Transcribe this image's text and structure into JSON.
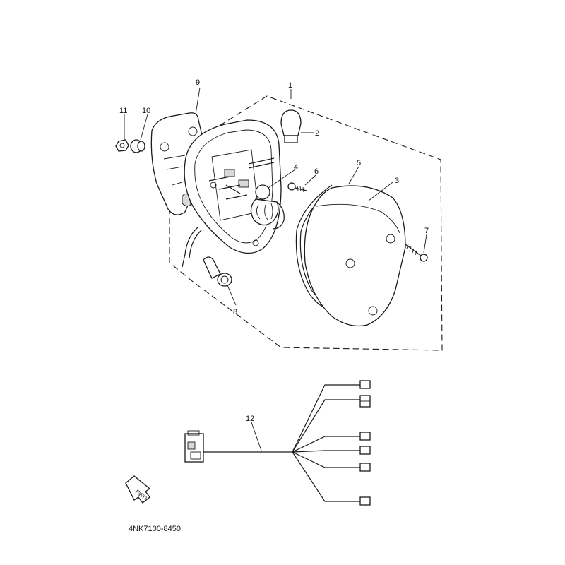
{
  "callouts": {
    "c1": "1",
    "c2": "2",
    "c3": "3",
    "c4": "4",
    "c5": "5",
    "c6": "6",
    "c7": "7",
    "c8": "8",
    "c9": "9",
    "c10": "10",
    "c11": "11",
    "c12": "12"
  },
  "fwd_label": "FWD",
  "diagram_code": "4NK7100-8450"
}
